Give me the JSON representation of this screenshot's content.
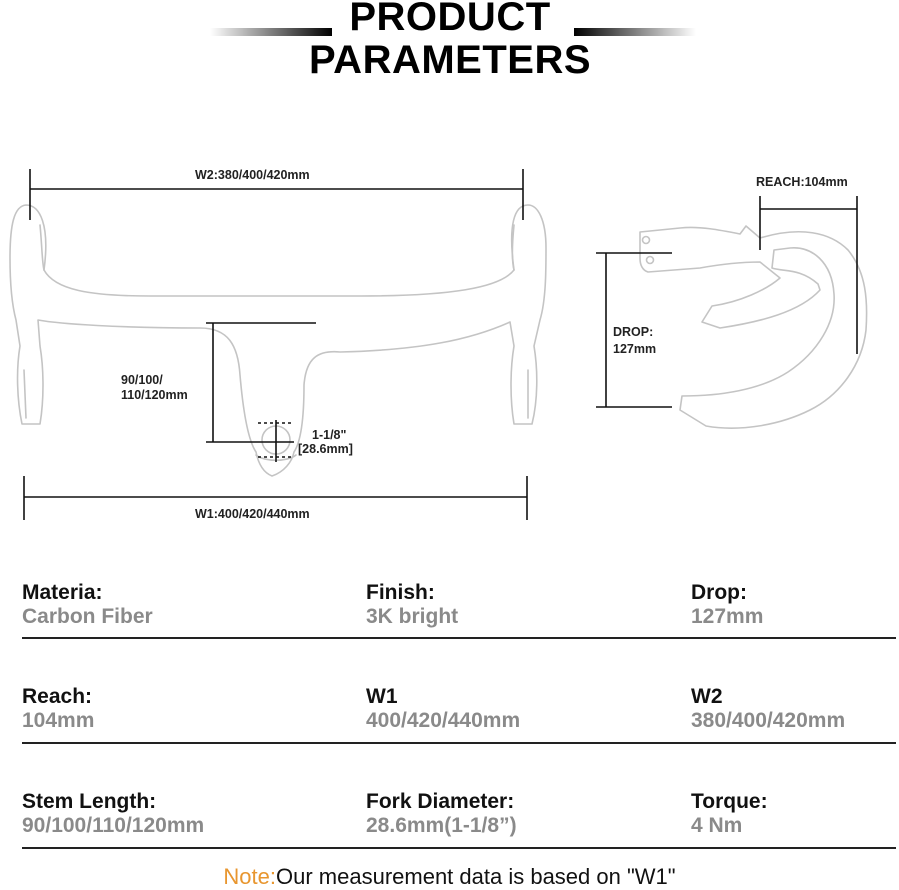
{
  "title": {
    "line1": "PRODUCT",
    "line2": "PARAMETERS"
  },
  "dimensions": {
    "w2": "W2:380/400/420mm",
    "w1": "W1:400/420/440mm",
    "stem_line1": "90/100/",
    "stem_line2": "110/120mm",
    "fork_line1": "1-1/8\"",
    "fork_line2": "[28.6mm]",
    "reach": "REACH:104mm",
    "drop_line1": "DROP:",
    "drop_line2": "127mm"
  },
  "specs": [
    [
      {
        "label": "Materia:",
        "value": "Carbon Fiber"
      },
      {
        "label": "Finish:",
        "value": "3K bright"
      },
      {
        "label": "Drop:",
        "value": "127mm"
      }
    ],
    [
      {
        "label": "Reach:",
        "value": "104mm"
      },
      {
        "label": "W1",
        "value": "400/420/440mm"
      },
      {
        "label": "W2",
        "value": "380/400/420mm"
      }
    ],
    [
      {
        "label": "Stem Length:",
        "value": "90/100/110/120mm"
      },
      {
        "label": "Fork Diameter:",
        "value": "28.6mm(1-1/8”)"
      },
      {
        "label": "Torque:",
        "value": "4 Nm"
      }
    ]
  ],
  "note": {
    "label": "Note:",
    "text": "Our measurement data is based on \"W1\""
  },
  "colors": {
    "note_accent": "#e8962f",
    "value_gray": "#8a8a8a",
    "outline": "#bfbfbf"
  }
}
